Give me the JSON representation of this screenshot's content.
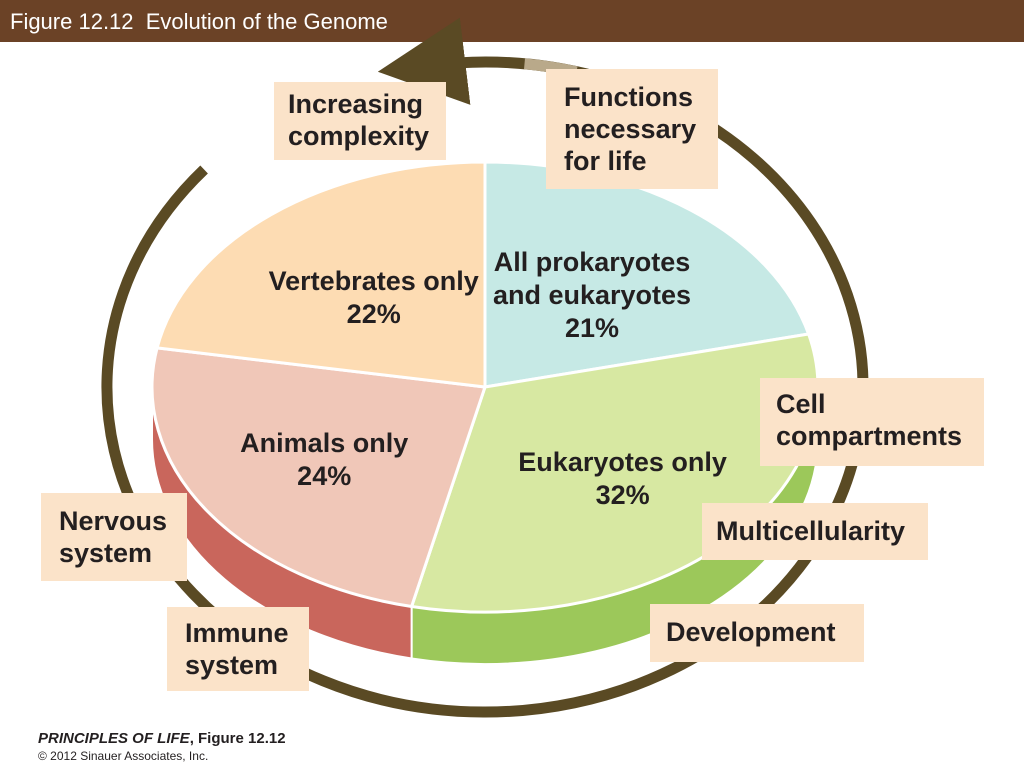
{
  "header": {
    "title": "Figure 12.12  Evolution of the Genome"
  },
  "chart_data": {
    "type": "pie",
    "start_angle_deg": 0,
    "direction": "clockwise",
    "slices": [
      {
        "label_lines": [
          "All prokaryotes",
          "and eukaryotes"
        ],
        "value_label": "21%",
        "value": 21,
        "color": "#c6e9e5"
      },
      {
        "label_lines": [
          "Eukaryotes only"
        ],
        "value_label": "32%",
        "value": 32,
        "color": "#d7e8a2"
      },
      {
        "label_lines": [
          "Animals only"
        ],
        "value_label": "24%",
        "value": 24,
        "color": "#f0c7b8"
      },
      {
        "label_lines": [
          "Vertebrates only"
        ],
        "value_label": "22%",
        "value": 22,
        "color": "#fddcb3"
      }
    ],
    "side_colors": [
      "#9cc85a",
      "#c9665c"
    ],
    "arrow_color": "#5a4a24",
    "box_color": "#fbe3c9"
  },
  "captions": {
    "increasing_complexity": [
      "Increasing",
      "complexity"
    ],
    "functions_necessary": [
      "Functions",
      "necessary",
      "for life"
    ],
    "cell_compartments": [
      "Cell",
      "compartments"
    ],
    "multicellularity": [
      "Multicellularity"
    ],
    "development": [
      "Development"
    ],
    "immune_system": [
      "Immune",
      "system"
    ],
    "nervous_system": [
      "Nervous",
      "system"
    ]
  },
  "credit": {
    "book": "PRINCIPLES OF LIFE",
    "figure": ", Figure 12.12",
    "copyright": "© 2012 Sinauer Associates, Inc."
  }
}
